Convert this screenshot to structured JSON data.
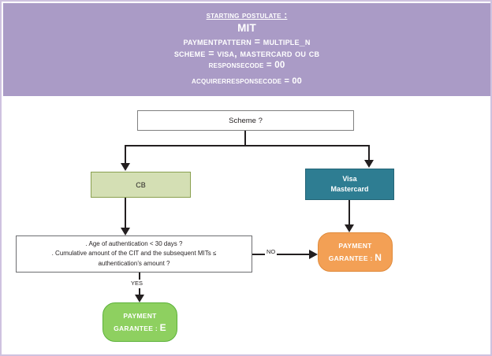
{
  "header": {
    "title": "Starting postulate :",
    "subject": "MIT",
    "payment_pattern": "PaymentPattern = MULTIPLE_N",
    "scheme": "Scheme = Visa, Mastercard ou CB",
    "response_code": "ResponseCode = 00",
    "acquirer_response_code": "AcquirerResponseCode = 00",
    "background_color": "#aa9bc6"
  },
  "flow": {
    "decision_scheme": {
      "label": "Scheme ?",
      "fill": "#ffffff",
      "border": "#808080"
    },
    "branch_cb": {
      "label": "CB",
      "fill": "#d4dfb4",
      "border": "#8aa050"
    },
    "branch_visa": {
      "line1": "Visa",
      "line2": "Mastercard",
      "fill": "#2e7d92",
      "text_color": "#ffffff"
    },
    "condition": {
      "line1": ". Age of authentication < 30 days ?",
      "line2": ". Cumulative amount of the CIT and the subsequent MITs  ≤",
      "line3": "authentication’s amount ?",
      "fill": "#ffffff",
      "border": "#6d6e71"
    },
    "edge_no": "NO",
    "edge_yes": "YES",
    "result_n": {
      "line1": "PAYMENT",
      "line2": "GARANTEE :",
      "value": "N",
      "fill": "#f3a055",
      "text_color": "#ffffff"
    },
    "result_e": {
      "line1": "PAYMENT",
      "line2": "GARANTEE :",
      "value": "E",
      "fill": "#8ed060",
      "text_color": "#ffffff"
    }
  }
}
